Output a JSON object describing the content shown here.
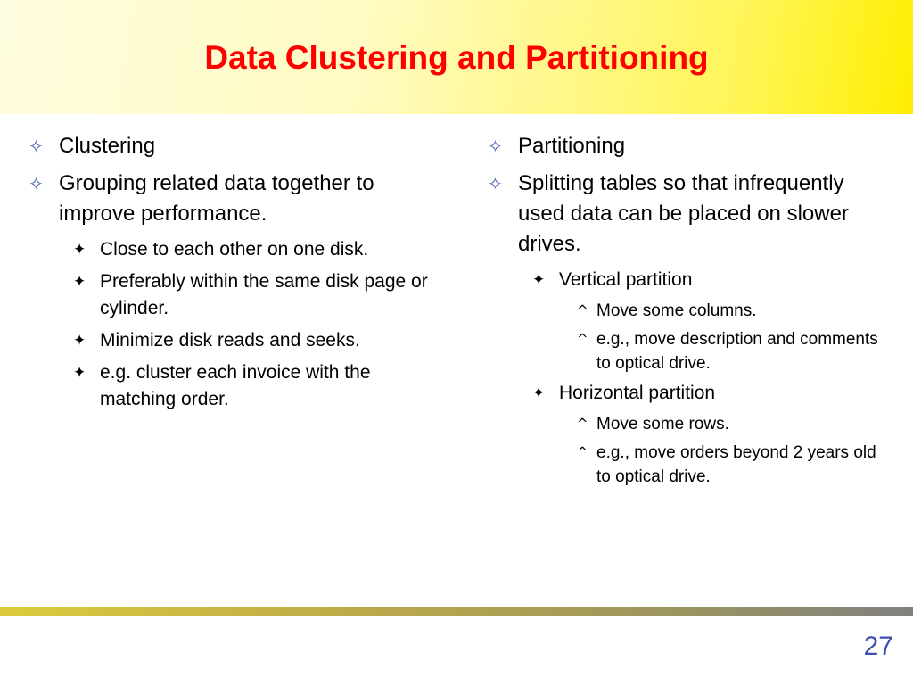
{
  "slide": {
    "title": "Data Clustering and Partitioning",
    "page_number": "27",
    "bullet_icons": {
      "level1": "✧",
      "level2": "✦",
      "level3": "^"
    },
    "left_column": {
      "items": [
        {
          "level": 1,
          "text": "Clustering"
        },
        {
          "level": 1,
          "text": "Grouping related data together to improve performance."
        },
        {
          "level": 2,
          "text": "Close to each other on one disk."
        },
        {
          "level": 2,
          "text": "Preferably within the same disk page or cylinder."
        },
        {
          "level": 2,
          "text": "Minimize disk reads and seeks."
        },
        {
          "level": 2,
          "text": "e.g. cluster each invoice with the matching order."
        }
      ]
    },
    "right_column": {
      "items": [
        {
          "level": 1,
          "text": "Partitioning"
        },
        {
          "level": 1,
          "text": "Splitting tables so that infrequently used data can be placed on slower drives."
        },
        {
          "level": 2,
          "text": "Vertical partition"
        },
        {
          "level": 3,
          "text": "Move some columns."
        },
        {
          "level": 3,
          "text": "e.g., move description and comments to optical drive."
        },
        {
          "level": 2,
          "text": "Horizontal partition"
        },
        {
          "level": 3,
          "text": "Move some rows."
        },
        {
          "level": 3,
          "text": "e.g., move orders beyond 2 years old to optical drive."
        }
      ]
    },
    "colors": {
      "title": "#ff0000",
      "bullet_level1": "#4a5fb0",
      "page_number": "#3b4fb0"
    }
  }
}
